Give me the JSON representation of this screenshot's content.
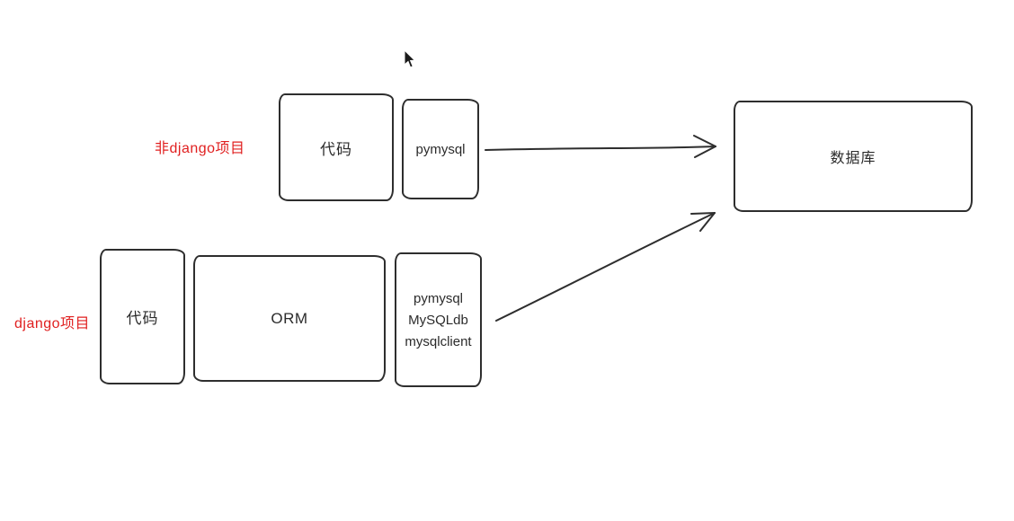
{
  "diagram": {
    "colors": {
      "background": "#ffffff",
      "ink": "#2e2e2e",
      "label_red": "#e01f1f"
    },
    "rows": {
      "non_django": {
        "label": "非django项目",
        "code_box": "代码",
        "driver_box": "pymysql"
      },
      "django": {
        "label": "django项目",
        "code_box": "代码",
        "orm_box": "ORM",
        "driver_lines": [
          "pymysql",
          "MySQLdb",
          "mysqlclient"
        ]
      }
    },
    "database_box": "数据库",
    "icons": {
      "cursor": "mouse-pointer"
    }
  }
}
